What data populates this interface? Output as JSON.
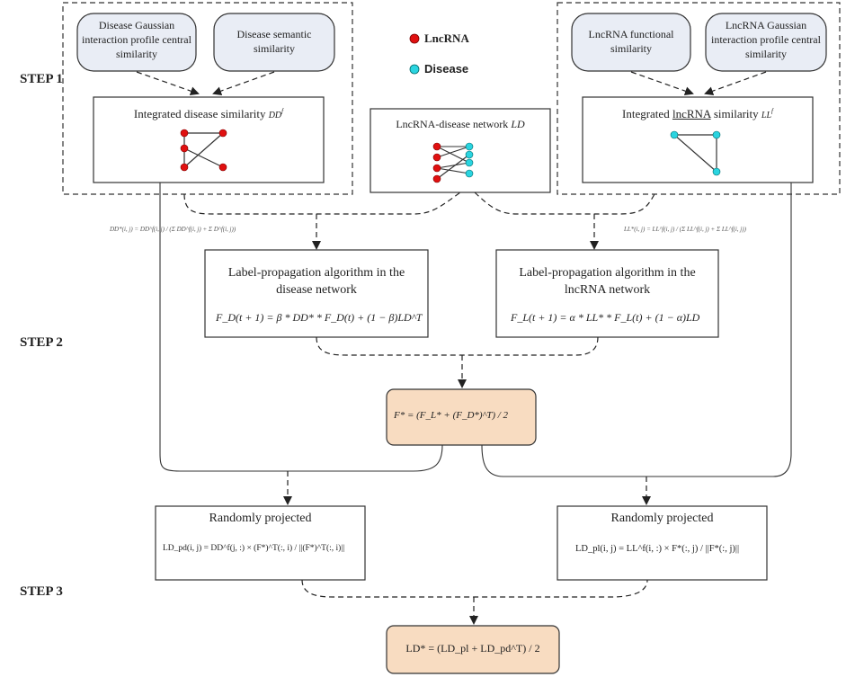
{
  "steps": [
    "STEP 1",
    "STEP 2",
    "STEP 3"
  ],
  "legend": {
    "lnc_label": "LncRNA",
    "dis_label": "Disease",
    "lnc_color": "#e01010",
    "dis_color": "#2ad4e0"
  },
  "boxes": {
    "dis_gip": "Disease Gaussian interaction profile central similarity",
    "dis_sem": "Disease semantic similarity",
    "lnc_func": "LncRNA functional similarity",
    "lnc_gip": "LncRNA Gaussian interaction profile central similarity",
    "dis_integrated": "Integrated disease similarity",
    "dis_integrated_sym": "DD",
    "dis_integrated_sup": "f",
    "lnc_integrated_pre": "Integrated ",
    "lnc_integrated_word": "lncRNA",
    "lnc_integrated_post": " similarity ",
    "lnc_integrated_sym": "LL",
    "lnc_integrated_sup": "f",
    "network": "LncRNA-disease network",
    "network_sym": "LD",
    "lp_dis_title": "Label-propagation algorithm in the disease network",
    "lp_lnc_title": "Label-propagation algorithm in the lncRNA network",
    "lp_dis_formula": "F_D(t + 1) = β * DD* * F_D(t) + (1 − β)LD^T",
    "lp_lnc_formula": "F_L(t + 1) = α * LL* * F_L(t) + (1 − α)LD",
    "fstar_formula": "F* = (F_L* + (F_D*)^T) / 2",
    "rp_left_title": "Randomly projected",
    "rp_right_title": "Randomly projected",
    "rp_left_formula": "LD_pd(i, j) = DD^f(j, :) × (F*)^T(:, i) / ||(F*)^T(:, i)||",
    "rp_right_formula": "LD_pl(i, j) = LL^f(i, :) × F*(:, j) / ||F*(:, j)||",
    "final_formula": "LD* = (LD_pl + LD_pd^T) / 2"
  },
  "normalization": {
    "dis": "DD*(i, j) = DD^f(i, j) / (Σ DD^f(i, j) + Σ D^f(i, j))",
    "lnc": "LL*(i, j) = LL^f(i, j) / (Σ LL^f(i, j) + Σ LL^f(i, j))"
  }
}
